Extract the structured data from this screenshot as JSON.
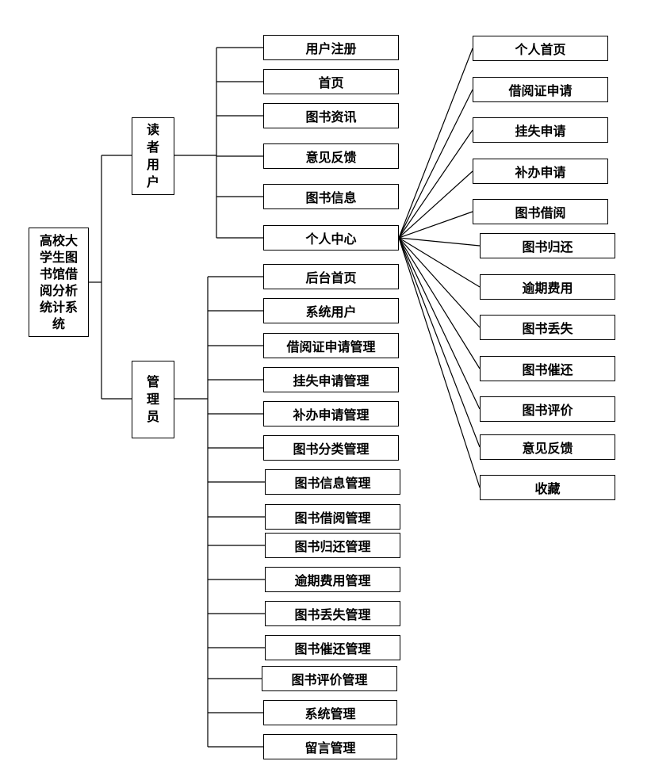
{
  "root": "高校大学生图书馆借阅分析统计系统",
  "reader": {
    "label": "读者用户",
    "items": [
      "用户注册",
      "首页",
      "图书资讯",
      "意见反馈",
      "图书信息",
      "个人中心"
    ]
  },
  "admin": {
    "label": "管理员",
    "items": [
      "后台首页",
      "系统用户",
      "借阅证申请管理",
      "挂失申请管理",
      "补办申请管理",
      "图书分类管理",
      "图书信息管理",
      "图书借阅管理",
      "图书归还管理",
      "逾期费用管理",
      "图书丢失管理",
      "图书催还管理",
      "图书评价管理",
      "系统管理",
      "留言管理"
    ]
  },
  "personal_center": {
    "items": [
      "个人首页",
      "借阅证申请",
      "挂失申请",
      "补办申请",
      "图书借阅",
      "图书归还",
      "逾期费用",
      "图书丢失",
      "图书催还",
      "图书评价",
      "意见反馈",
      "收藏"
    ]
  }
}
